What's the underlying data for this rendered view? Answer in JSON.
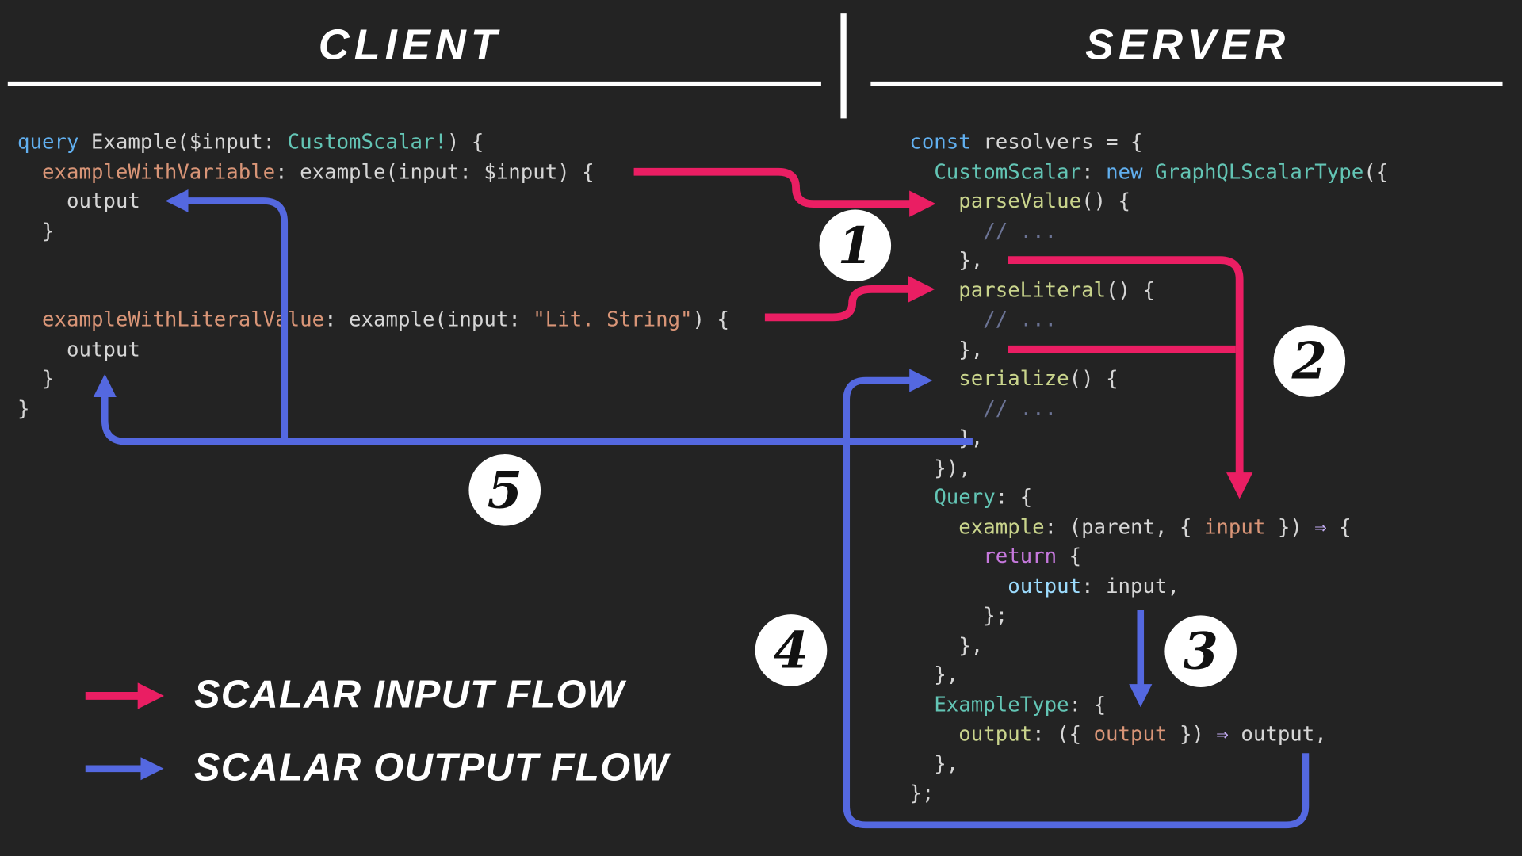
{
  "header": {
    "client": "CLIENT",
    "server": "SERVER"
  },
  "badges": [
    "1",
    "2",
    "3",
    "4",
    "5"
  ],
  "legend": [
    {
      "label": "SCALAR INPUT FLOW",
      "color": "#ea1e63"
    },
    {
      "label": "SCALAR OUTPUT FLOW",
      "color": "#5468e0"
    }
  ],
  "colors": {
    "background": "#232323",
    "input_flow_pink": "#ea1e63",
    "output_flow_blue": "#5468e0",
    "divider_white": "#ffffff",
    "badge_bg": "#ffffff",
    "badge_text": "#111111"
  },
  "client_code": {
    "lines": [
      [
        {
          "t": "query",
          "c": "kw"
        },
        {
          "t": " Example($input: ",
          "c": "plain"
        },
        {
          "t": "CustomScalar!",
          "c": "type"
        },
        {
          "t": ") {",
          "c": "plain"
        }
      ],
      [
        {
          "t": "  ",
          "c": "plain"
        },
        {
          "t": "exampleWithVariable",
          "c": "prop"
        },
        {
          "t": ": example(input: $input) {",
          "c": "plain"
        }
      ],
      [
        {
          "t": "    output",
          "c": "plain"
        }
      ],
      [
        {
          "t": "  }",
          "c": "plain"
        }
      ],
      [],
      [],
      [
        {
          "t": "  ",
          "c": "plain"
        },
        {
          "t": "exampleWithLiteralValue",
          "c": "prop"
        },
        {
          "t": ": example(input: ",
          "c": "plain"
        },
        {
          "t": "\"Lit. String\"",
          "c": "str"
        },
        {
          "t": ") {",
          "c": "plain"
        }
      ],
      [
        {
          "t": "    output",
          "c": "plain"
        }
      ],
      [
        {
          "t": "  }",
          "c": "plain"
        }
      ],
      [
        {
          "t": "}",
          "c": "plain"
        }
      ]
    ]
  },
  "server_code": {
    "lines": [
      [
        {
          "t": "const",
          "c": "kw"
        },
        {
          "t": " resolvers = {",
          "c": "plain"
        }
      ],
      [
        {
          "t": "  ",
          "c": "plain"
        },
        {
          "t": "CustomScalar",
          "c": "type"
        },
        {
          "t": ": ",
          "c": "plain"
        },
        {
          "t": "new",
          "c": "kw"
        },
        {
          "t": " ",
          "c": "plain"
        },
        {
          "t": "GraphQLScalarType",
          "c": "type"
        },
        {
          "t": "({",
          "c": "plain"
        }
      ],
      [
        {
          "t": "    ",
          "c": "plain"
        },
        {
          "t": "parseValue",
          "c": "fn"
        },
        {
          "t": "() {",
          "c": "plain"
        }
      ],
      [
        {
          "t": "      // ...",
          "c": "com"
        }
      ],
      [
        {
          "t": "    },",
          "c": "plain"
        }
      ],
      [
        {
          "t": "    ",
          "c": "plain"
        },
        {
          "t": "parseLiteral",
          "c": "fn"
        },
        {
          "t": "() {",
          "c": "plain"
        }
      ],
      [
        {
          "t": "      // ...",
          "c": "com"
        }
      ],
      [
        {
          "t": "    },",
          "c": "plain"
        }
      ],
      [
        {
          "t": "    ",
          "c": "plain"
        },
        {
          "t": "serialize",
          "c": "fn"
        },
        {
          "t": "() {",
          "c": "plain"
        }
      ],
      [
        {
          "t": "      // ...",
          "c": "com"
        }
      ],
      [
        {
          "t": "    },",
          "c": "plain"
        }
      ],
      [
        {
          "t": "  }),",
          "c": "plain"
        }
      ],
      [
        {
          "t": "  ",
          "c": "plain"
        },
        {
          "t": "Query",
          "c": "type"
        },
        {
          "t": ": {",
          "c": "plain"
        }
      ],
      [
        {
          "t": "    ",
          "c": "plain"
        },
        {
          "t": "example",
          "c": "fn"
        },
        {
          "t": ": (parent, { ",
          "c": "plain"
        },
        {
          "t": "input",
          "c": "prop"
        },
        {
          "t": " }) ",
          "c": "plain"
        },
        {
          "t": "⇒",
          "c": "arrow"
        },
        {
          "t": " {",
          "c": "plain"
        }
      ],
      [
        {
          "t": "      ",
          "c": "plain"
        },
        {
          "t": "return",
          "c": "ret"
        },
        {
          "t": " {",
          "c": "plain"
        }
      ],
      [
        {
          "t": "        ",
          "c": "plain"
        },
        {
          "t": "output",
          "c": "attr"
        },
        {
          "t": ": input,",
          "c": "plain"
        }
      ],
      [
        {
          "t": "      };",
          "c": "plain"
        }
      ],
      [
        {
          "t": "    },",
          "c": "plain"
        }
      ],
      [
        {
          "t": "  },",
          "c": "plain"
        }
      ],
      [
        {
          "t": "  ",
          "c": "plain"
        },
        {
          "t": "ExampleType",
          "c": "type"
        },
        {
          "t": ": {",
          "c": "plain"
        }
      ],
      [
        {
          "t": "    ",
          "c": "plain"
        },
        {
          "t": "output",
          "c": "fn"
        },
        {
          "t": ": ({ ",
          "c": "plain"
        },
        {
          "t": "output",
          "c": "prop"
        },
        {
          "t": " }) ",
          "c": "plain"
        },
        {
          "t": "⇒",
          "c": "arrow"
        },
        {
          "t": " output,",
          "c": "plain"
        }
      ],
      [
        {
          "t": "  },",
          "c": "plain"
        }
      ],
      [
        {
          "t": "};",
          "c": "plain"
        }
      ]
    ]
  }
}
